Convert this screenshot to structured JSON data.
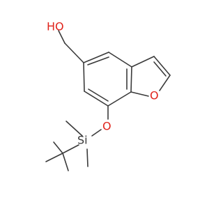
{
  "molecule": {
    "name": "",
    "atom_labels": {
      "hydroxyl": "HO",
      "ring_oxygen": "O",
      "ether_oxygen": "O",
      "silicon": "Si"
    },
    "colors": {
      "bond": "#3a3a3a",
      "oxygen": "#e0241c",
      "carbon_text": "#3a3a3a",
      "background": "#ffffff"
    }
  }
}
